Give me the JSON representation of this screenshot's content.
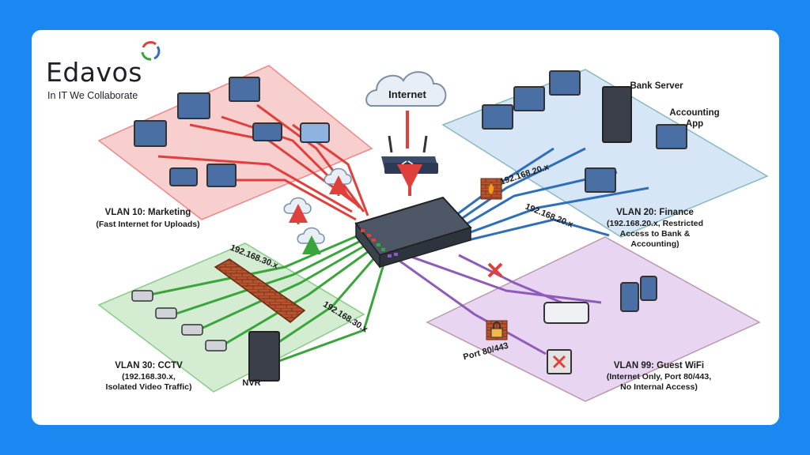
{
  "brand": {
    "name": "Edavos",
    "tagline": "In IT We Collaborate"
  },
  "internet": {
    "label": "Internet"
  },
  "vlans": {
    "marketing": {
      "title": "VLAN 10: Marketing",
      "desc": "(Fast Internet for Uploads)"
    },
    "finance": {
      "title": "VLAN 20: Finance",
      "desc_lines": [
        "(192.168.20.x, Restricted",
        "Access to Bank &",
        "Accounting)"
      ]
    },
    "cctv": {
      "title": "VLAN 30: CCTV",
      "desc_lines": [
        "(192.168.30.x,",
        "Isolated Video Traffic)"
      ]
    },
    "guest": {
      "title": "VLAN 99: Guest WiFi",
      "desc_lines": [
        "(Internet Only, Port 80/443,",
        "No Internal Access)"
      ]
    }
  },
  "servers": {
    "bank": "Bank Server",
    "accounting": [
      "Accounting",
      "App"
    ],
    "nvr": "NVR"
  },
  "subnets": {
    "finance_1": "192.168.20.x",
    "finance_2": "192.168.20.x",
    "cctv_1": "192.168.30.x",
    "cctv_2": "192.168.30.x"
  },
  "guest_port": "Port 80/443",
  "colors": {
    "marketing": "#e0403c",
    "finance": "#2f6fb8",
    "cctv": "#3aa53a",
    "guest": "#8e5bb8",
    "background": "#1a88f0"
  }
}
